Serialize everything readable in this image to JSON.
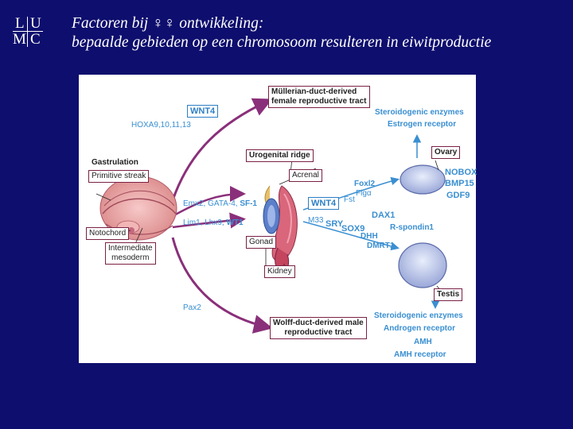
{
  "logo": {
    "letters": [
      "L",
      "U",
      "M",
      "C"
    ]
  },
  "slide": {
    "title_line1": "Factoren bij ♀♀ ontwikkeling:",
    "title_line2": "bepaalde gebieden op een chromosoom resulteren in eiwitproductie"
  },
  "diagram": {
    "wnt4_top": "WNT4",
    "hoxa": "HOXA9,10,11,13",
    "mullerian_line1": "Müllerian-duct-derived",
    "mullerian_line2": "female reproductive tract",
    "steroidogenic_top": "Steroidogenic enzymes",
    "estrogen_receptor": "Estrogen receptor",
    "gastrulation": "Gastrulation",
    "primitive_streak": "Primitive streak",
    "urogenital_ridge": "Urogenital ridge",
    "acrenal": "Acrenal",
    "ovary": "Ovary",
    "foxl2": "Foxl2",
    "fst": "Fst",
    "figa": "Figα",
    "nobox": "NOBOX",
    "bmp15": "BMP15",
    "gdf9": "GDF9",
    "emx2": "Emx2, GATA-4, ",
    "sf1": "SF-1",
    "wnt4_mid": "WNT4",
    "lim1": "Lim1, Lhx9, ",
    "wt1": "WT1",
    "m33": "M33",
    "sry": "SRY",
    "sox9": "SOX9",
    "dax1": "DAX1",
    "r_spondin": "R-spondin1",
    "dhh": "DHH",
    "dmrt1": "DMRT1",
    "notochord": "Notochord",
    "intermediate_line1": "Intermediate",
    "intermediate_line2": "mesoderm",
    "gonad": "Gonad",
    "kidney": "Kidney",
    "testis": "Testis",
    "pax2": "Pax2",
    "wolff_line1": "Wolff-duct-derived male",
    "wolff_line2": "reproductive tract",
    "steroidogenic_bottom": "Steroidogenic enzymes",
    "androgen_receptor": "Androgen receptor",
    "amh": "AMH",
    "amh_receptor": "AMH receptor"
  },
  "colors": {
    "background": "#0e0e6e",
    "label_blue": "#3a8fd1",
    "arrow_purple": "#8a2f7a",
    "box_border": "#7a2145"
  }
}
